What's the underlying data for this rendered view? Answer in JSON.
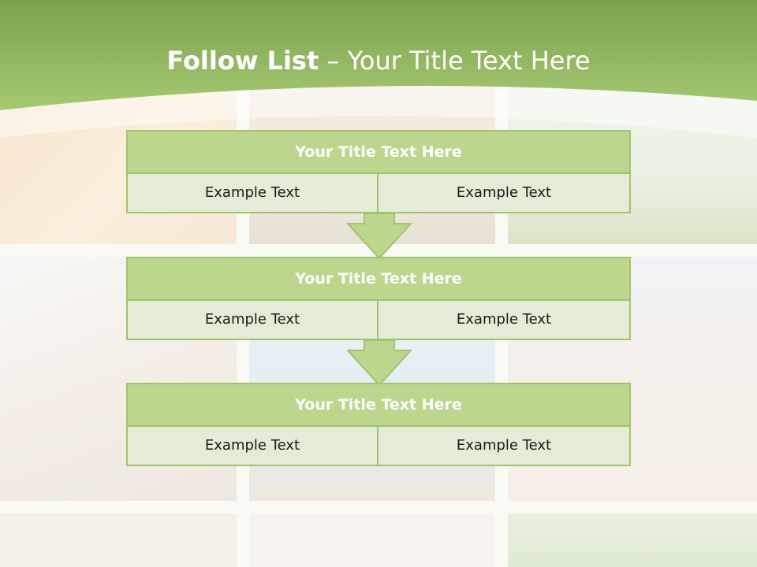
{
  "slide": {
    "title_bold": "Follow List",
    "title_rest": " – Your Title Text Here"
  },
  "blocks": [
    {
      "title": "Your Title Text Here",
      "left": "Example Text",
      "right": "Example Text"
    },
    {
      "title": "Your Title Text Here",
      "left": "Example Text",
      "right": "Example Text"
    },
    {
      "title": "Your Title Text Here",
      "left": "Example Text",
      "right": "Example Text"
    }
  ],
  "colors": {
    "banner": "#8fb55e",
    "box_header": "#bcd68e",
    "box_cell": "#e3ecd6",
    "border": "#a3c26d"
  }
}
